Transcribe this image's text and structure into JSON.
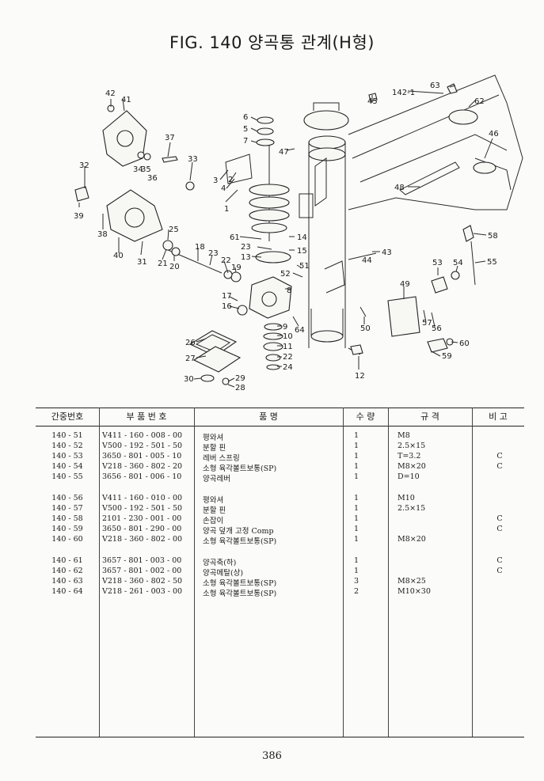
{
  "title": "FIG. 140 양곡통 관계(H형)",
  "table": {
    "headers": [
      "간중번호",
      "부 품 번 호",
      "품 명",
      "수 량",
      "규 격",
      "비 고"
    ],
    "groups": [
      [
        {
          "no": "140 - 51",
          "part": "V411 - 160 - 008 - 00",
          "name": "평와셔",
          "qty": "1",
          "spec": "M8",
          "remark": ""
        },
        {
          "no": "140 - 52",
          "part": "V500 - 192 - 501 - 50",
          "name": "분할 핀",
          "qty": "1",
          "spec": "2.5×15",
          "remark": ""
        },
        {
          "no": "140 - 53",
          "part": "3650 - 801 - 005 - 10",
          "name": "레버 스프링",
          "qty": "1",
          "spec": "T=3.2",
          "remark": "C"
        },
        {
          "no": "140 - 54",
          "part": "V218 - 360 - 802 - 20",
          "name": "소형 육각볼트보통(SP)",
          "qty": "1",
          "spec": "M8×20",
          "remark": "C"
        },
        {
          "no": "140 - 55",
          "part": "3656 - 801 - 006 - 10",
          "name": "양곡레버",
          "qty": "1",
          "spec": "D=10",
          "remark": ""
        }
      ],
      [
        {
          "no": "140 - 56",
          "part": "V411 - 160 - 010 - 00",
          "name": "평와셔",
          "qty": "1",
          "spec": "M10",
          "remark": ""
        },
        {
          "no": "140 - 57",
          "part": "V500 - 192 - 501 - 50",
          "name": "분할 핀",
          "qty": "1",
          "spec": "2.5×15",
          "remark": ""
        },
        {
          "no": "140 - 58",
          "part": "2101 - 230 - 001 - 00",
          "name": "손잡이",
          "qty": "1",
          "spec": "",
          "remark": "C"
        },
        {
          "no": "140 - 59",
          "part": "3650 - 801 - 290 - 00",
          "name": "양곡 덮개 고정 Comp",
          "qty": "1",
          "spec": "",
          "remark": "C"
        },
        {
          "no": "140 - 60",
          "part": "V218 - 360 - 802 - 00",
          "name": "소형 육각볼트보통(SP)",
          "qty": "1",
          "spec": "M8×20",
          "remark": ""
        }
      ],
      [
        {
          "no": "140 - 61",
          "part": "3657 - 801 - 003 - 00",
          "name": "양곡축(하)",
          "qty": "1",
          "spec": "",
          "remark": "C"
        },
        {
          "no": "140 - 62",
          "part": "3657 - 801 - 002 - 00",
          "name": "양곡메탈(상)",
          "qty": "1",
          "spec": "",
          "remark": "C"
        },
        {
          "no": "140 - 63",
          "part": "V218 - 360 - 802 - 50",
          "name": "소형 육각볼트보통(SP)",
          "qty": "3",
          "spec": "M8×25",
          "remark": ""
        },
        {
          "no": "140 - 64",
          "part": "V218 - 261 - 003 - 00",
          "name": "소형 육각볼트보통(SP)",
          "qty": "2",
          "spec": "M10×30",
          "remark": ""
        }
      ]
    ]
  },
  "callouts": [
    "42",
    "41",
    "37",
    "33",
    "32",
    "34",
    "35",
    "36",
    "39",
    "38",
    "40",
    "31",
    "21",
    "20",
    "25",
    "18",
    "23",
    "22",
    "19",
    "17",
    "16",
    "26",
    "27",
    "30",
    "29",
    "28",
    "6",
    "5",
    "7",
    "3",
    "2",
    "4",
    "1",
    "47",
    "61",
    "14",
    "15",
    "23",
    "13",
    "52",
    "51",
    "8",
    "9",
    "10",
    "11",
    "22",
    "24",
    "64",
    "45",
    "142-1",
    "63",
    "62",
    "46",
    "48",
    "44",
    "43",
    "58",
    "53",
    "54",
    "55",
    "49",
    "50",
    "57",
    "56",
    "60",
    "59",
    "12"
  ],
  "page_number": "386"
}
